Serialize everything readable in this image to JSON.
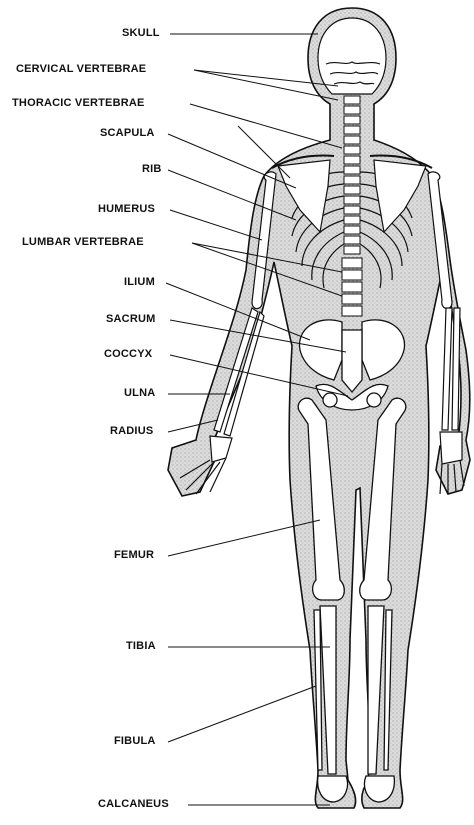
{
  "diagram": {
    "labels": {
      "skull": "SKULL",
      "cervical": "CERVICAL  VERTEBRAE",
      "thoracic": "THORACIC  VERTEBRAE",
      "scapula": "SCAPULA",
      "rib": "RIB",
      "humerus": "HUMERUS",
      "lumbar": "LUMBAR  VERTEBRAE",
      "ilium": "ILIUM",
      "sacrum": "SACRUM",
      "coccyx": "COCCYX",
      "ulna": "ULNA",
      "radius": "RADIUS",
      "femur": "FEMUR",
      "tibia": "TIBIA",
      "fibula": "FIBULA",
      "calcaneus": "CALCANEUS"
    },
    "colors": {
      "ink": "#111111",
      "body_fill": "#d4d4d4",
      "bone_fill": "#ffffff"
    }
  }
}
